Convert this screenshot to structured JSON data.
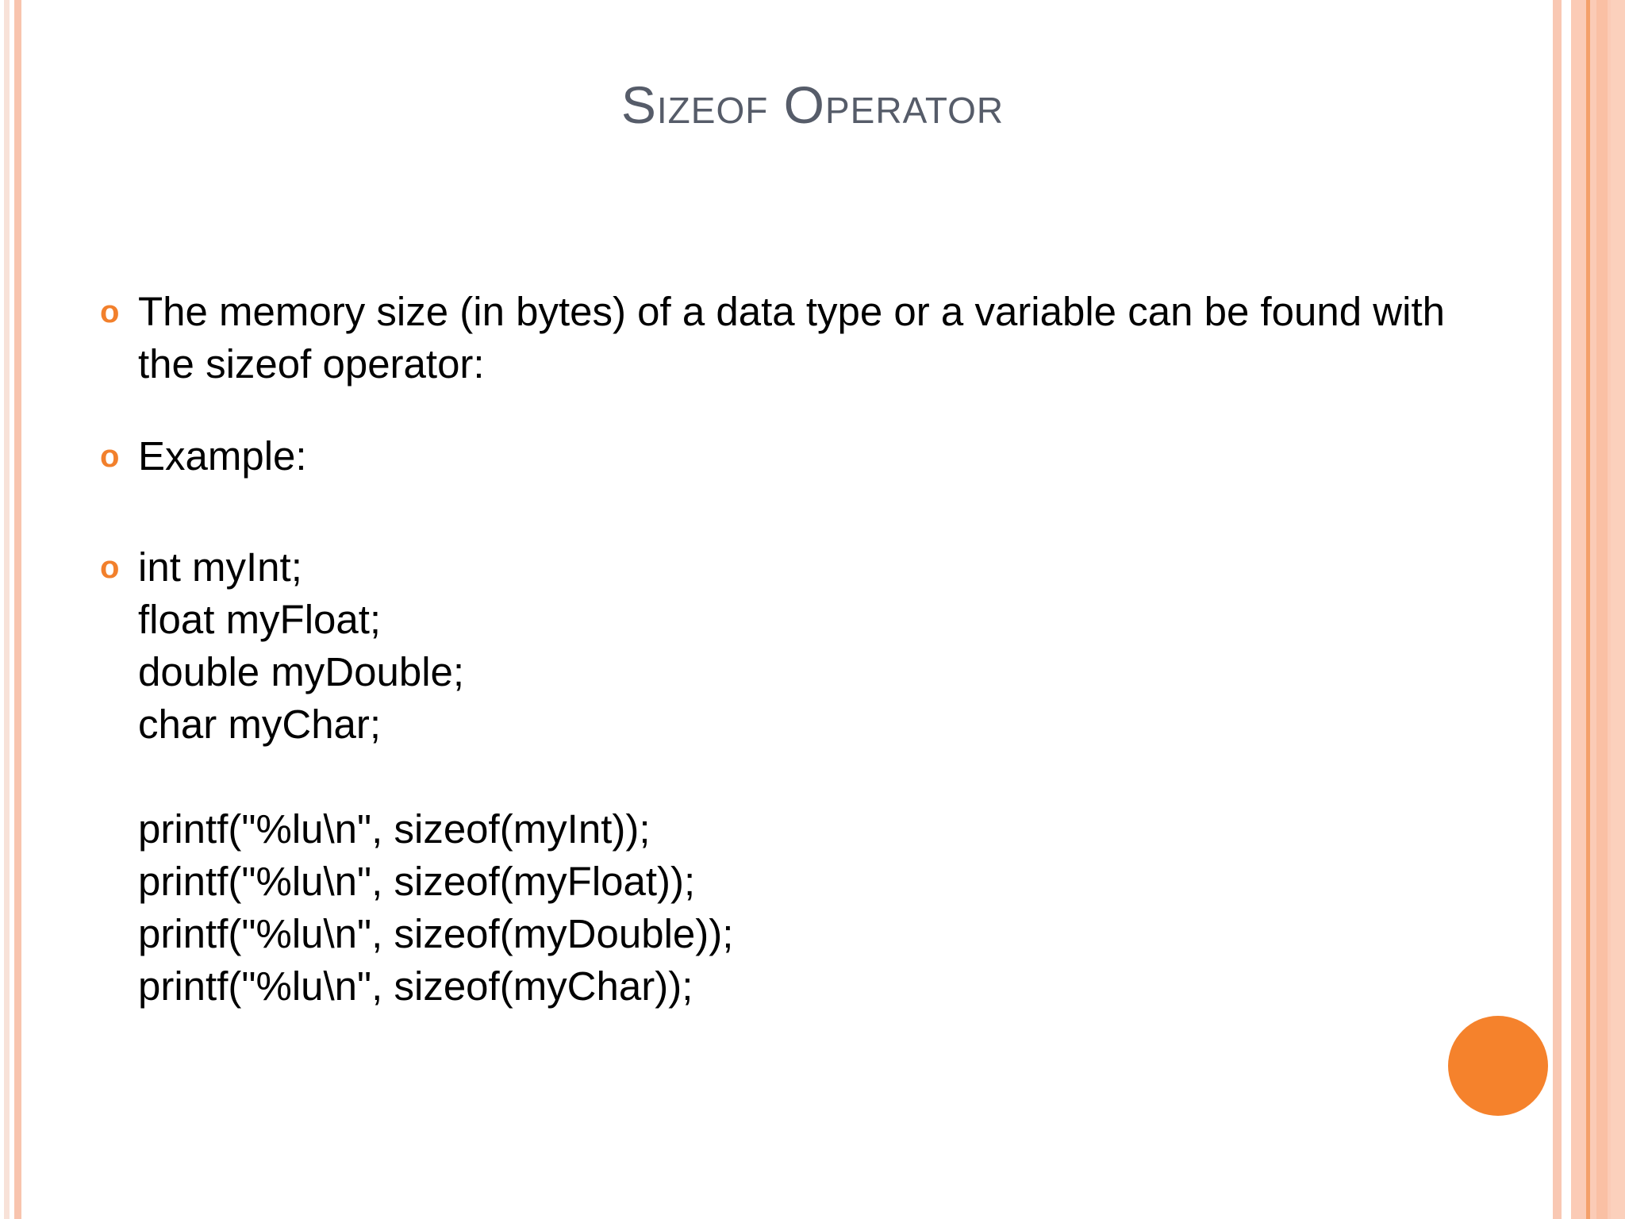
{
  "slide": {
    "title": "Sizeof Operator",
    "title_color": "#565c69",
    "background_color": "#ffffff",
    "accent_color": "#f5822c",
    "bullet_color": "#f2802c",
    "border_stripe_colors": [
      "#f8e2d8",
      "#f8c4ae",
      "#f9c8b3",
      "#fbcbb6",
      "#f4a06a",
      "#fac0a4",
      "#fbd0bc"
    ]
  },
  "bullets": [
    {
      "marker": "o",
      "text": "The memory size (in bytes) of a data type or a variable can be found with the sizeof operator:"
    },
    {
      "marker": "o",
      "text": "Example:"
    },
    {
      "marker": "o",
      "text": "int myInt;\nfloat myFloat;\ndouble myDouble;\nchar myChar;\n\nprintf(\"%lu\\n\", sizeof(myInt));\nprintf(\"%lu\\n\", sizeof(myFloat));\nprintf(\"%lu\\n\", sizeof(myDouble));\nprintf(\"%lu\\n\", sizeof(myChar));"
    }
  ]
}
